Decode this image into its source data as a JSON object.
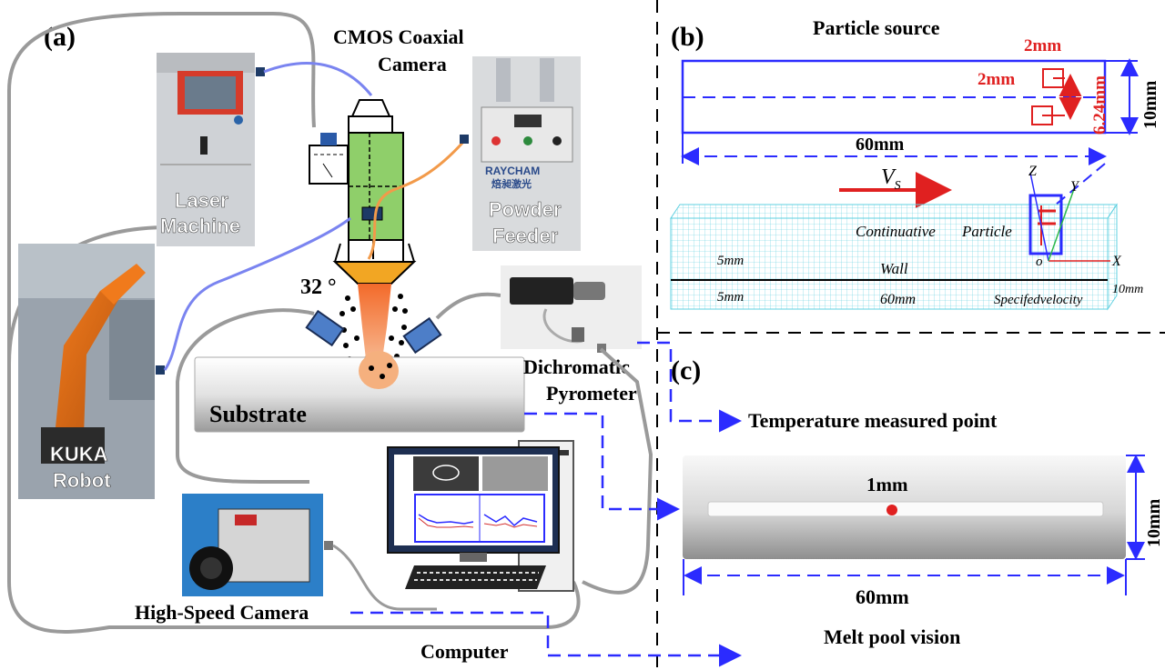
{
  "panel_a": {
    "label": "(a)",
    "coaxial_camera_l1": "CMOS Coaxial",
    "coaxial_camera_l2": "Camera",
    "laser_l1": "Laser",
    "laser_l2": "Machine",
    "powder_l1": "Powder",
    "powder_l2": "Feeder",
    "powder_brand": "RAYCHAM",
    "powder_brand_cn": "焙昶激光",
    "kuka_l1": "KUKA",
    "kuka_l2": "Robot",
    "angle": "32 °",
    "substrate": "Substrate",
    "pyrometer_l1": "Dichromatic",
    "pyrometer_l2": "Pyrometer",
    "high_speed_camera": "High-Speed Camera",
    "computer": "Computer"
  },
  "panel_b": {
    "label": "(b)",
    "particle_source": "Particle source",
    "dim_2mm_top": "2mm",
    "dim_2mm_left": "2mm",
    "dim_624": "6.24mm",
    "dim_10mm": "10mm",
    "dim_60mm": "60mm",
    "vs_label": "V",
    "vs_sub": "S",
    "continuative": "Continuative",
    "particle": "Particle",
    "wall": "Wall",
    "five_mm_1": "5mm",
    "five_mm_2": "5mm",
    "sixty_mm": "60mm",
    "specified": "Specifedvelocity",
    "ten_mm_side": "10mm",
    "axis_x": "X",
    "axis_y": "Y",
    "axis_z": "Z",
    "axis_o": "o"
  },
  "panel_c": {
    "label": "(c)",
    "temp_point": "Temperature measured point",
    "one_mm": "1mm",
    "dim_10mm": "10mm",
    "dim_60mm": "60mm",
    "melt_pool": "Melt pool vision"
  },
  "colors": {
    "blue_dash": "#2b2bff",
    "red_accent": "#e02020",
    "laser_green": "#8fcf6a",
    "nozzle_orange": "#f2a623"
  }
}
